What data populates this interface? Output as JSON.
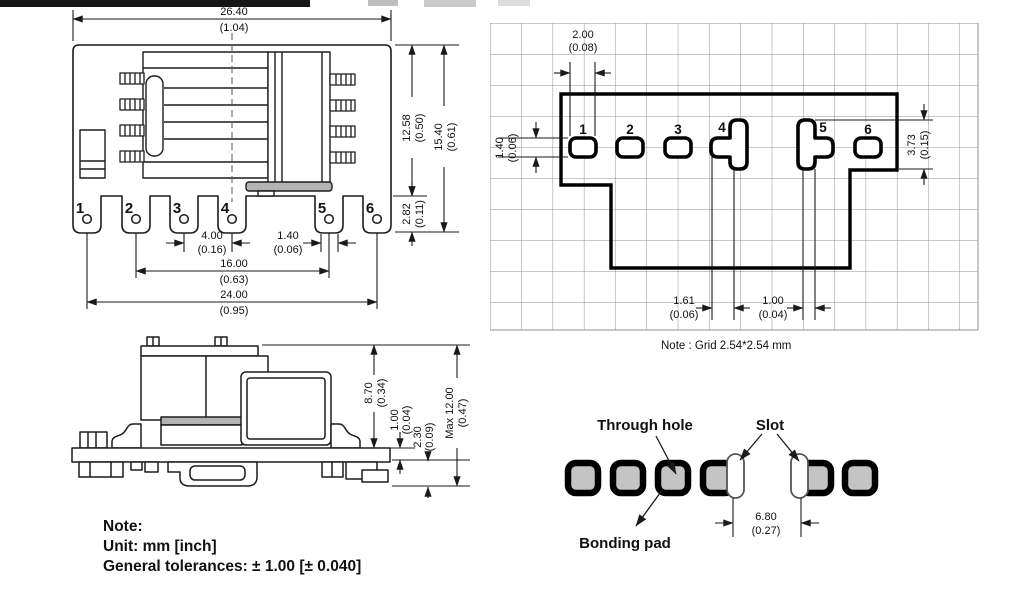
{
  "front_view": {
    "pins": [
      "1",
      "2",
      "3",
      "4",
      "5",
      "6"
    ],
    "dims": {
      "overall_width": {
        "mm": "26.40",
        "inch": "(1.04)"
      },
      "body_height": {
        "mm": "12.58",
        "inch": "(0.50)"
      },
      "overall_height": {
        "mm": "15.40",
        "inch": "(0.61)"
      },
      "pin_tab_height": {
        "mm": "2.82",
        "inch": "(0.11)"
      },
      "pin_pitch": {
        "mm": "4.00",
        "inch": "(0.16)"
      },
      "pin_width": {
        "mm": "1.40",
        "inch": "(0.06)"
      },
      "inner_span": {
        "mm": "16.00",
        "inch": "(0.63)"
      },
      "outer_span": {
        "mm": "24.00",
        "inch": "(0.95)"
      }
    }
  },
  "land_pattern": {
    "pads": [
      "1",
      "2",
      "3",
      "4",
      "5",
      "6"
    ],
    "dims": {
      "pad_width": {
        "mm": "2.00",
        "inch": "(0.08)"
      },
      "pad_height": {
        "mm": "1.40",
        "inch": "(0.06)"
      },
      "slot_length": {
        "mm": "3.73",
        "inch": "(0.15)"
      },
      "slot_offset": {
        "mm": "1.61",
        "inch": "(0.06)"
      },
      "slot_width": {
        "mm": "1.00",
        "inch": "(0.04)"
      }
    },
    "grid_note": "Note : Grid 2.54*2.54 mm"
  },
  "side_view": {
    "dims": {
      "body_height": {
        "mm": "8.70",
        "inch": "(0.34)"
      },
      "standoff": {
        "mm": "1.00",
        "inch": "(0.04)"
      },
      "pin_depth": {
        "mm": "2.30",
        "inch": "(0.09)"
      },
      "max_height": {
        "mm": "Max 12.00",
        "inch": "(0.47)"
      }
    }
  },
  "pad_detail": {
    "through_hole": "Through hole",
    "slot": "Slot",
    "bonding_pad": "Bonding pad",
    "slot_spacing": {
      "mm": "6.80",
      "inch": "(0.27)"
    }
  },
  "notes": {
    "title": "Note:",
    "unit": "Unit: mm [inch]",
    "tolerance": "General tolerances: ± 1.00 [± 0.040]"
  }
}
